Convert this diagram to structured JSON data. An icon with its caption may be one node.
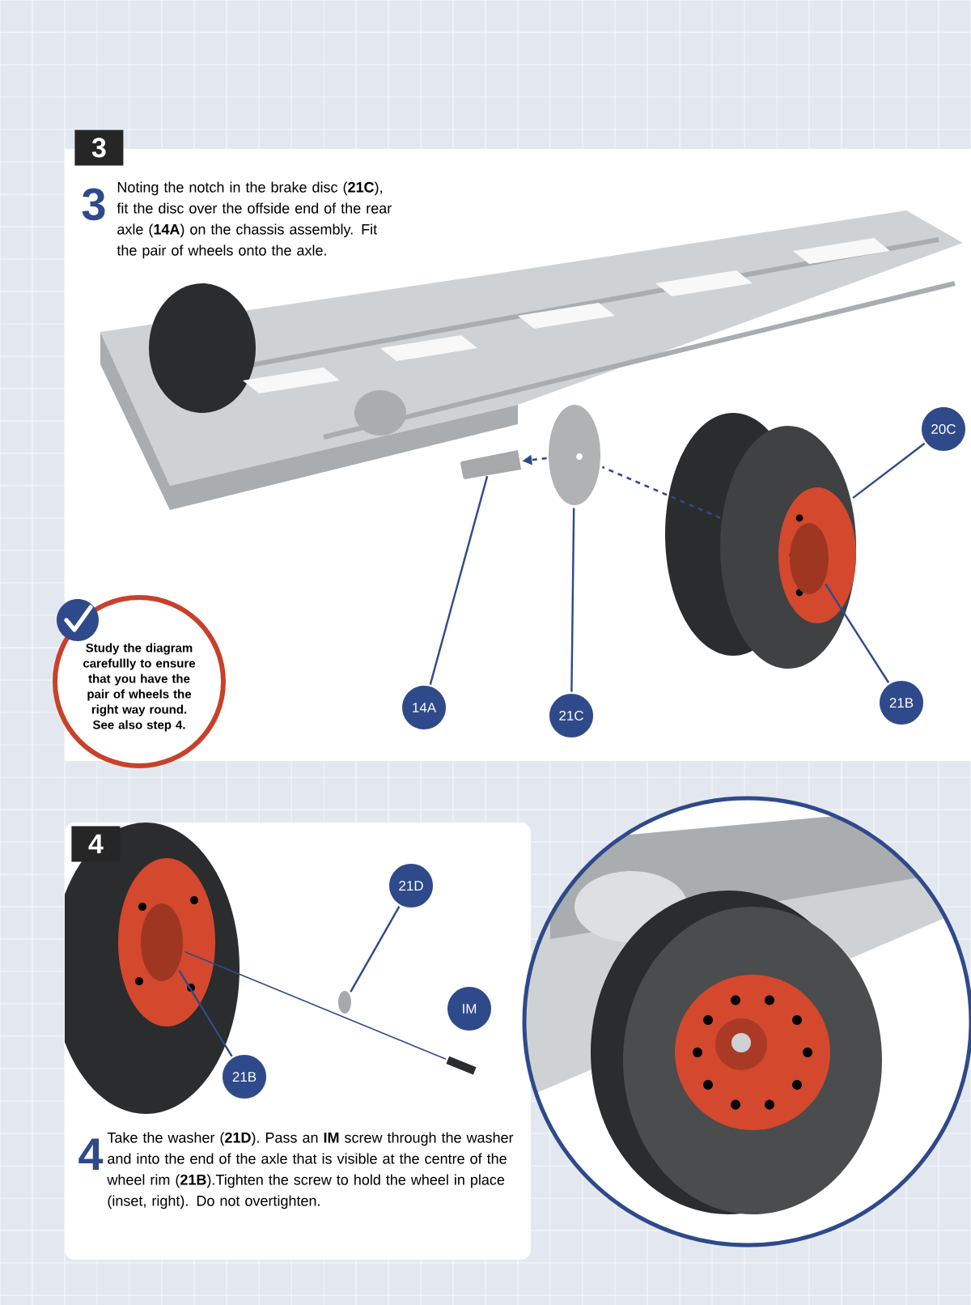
{
  "diagram": {
    "nodes": [
      {
        "text": [
          "3",
          "3",
          "Noting the notch in the brake disc (**21C**), fit the disc over the offside end of the rear axle (**14A**) on the chassis assembly. Fit the pair of wheels onto the axle."
        ]
      },
      {
        "text": [
          "20C"
        ],
        "in": 0
      },
      {
        "text": [
          "14A"
        ],
        "in": 0
      },
      {
        "text": [
          "21C"
        ],
        "in": 0
      },
      {
        "text": [
          "21B"
        ],
        "in": 0
      },
      {
        "text": [
          "Study the diagram carefullly to ensure that you have the pair of wheels the right way round. See also step 4."
        ]
      },
      {
        "text": [
          "4",
          "4",
          "Take the washer (**21D**). Pass an **IM** screw through the washer and into the end of the axle that is visible at the centre of the wheel rim (**21B**).Tighten the screw to hold the wheel in place (inset, right). Do not overtighten."
        ]
      },
      {
        "text": [
          "21D"
        ],
        "in": 6
      },
      {
        "text": [
          "IM"
        ],
        "in": 6
      },
      {
        "text": [
          "21B"
        ],
        "in": 6
      },
      {
        "text": [],
        "shape": "bar",
        "in": 0
      },
      {
        "text": [],
        "shape": "circle",
        "in": 0
      },
      {
        "text": [],
        "shape": "picture",
        "in": 0
      },
      {
        "text": [],
        "shape": "circle",
        "in": 12
      },
      {
        "text": [],
        "shape": "circle",
        "in": 6
      },
      {
        "text": [],
        "shape": "bar",
        "in": 6
      },
      {
        "text": [],
        "shape": "circle",
        "in": 6
      }
    ],
    "edges": [
      {
        "from": 1,
        "to": 12,
        "arrow": "none"
      },
      {
        "from": 2,
        "to": 10,
        "arrow": "none"
      },
      {
        "from": 3,
        "to": 11,
        "arrow": "none"
      },
      {
        "from": 4,
        "to": 13,
        "arrow": "none"
      },
      {
        "from": 7,
        "to": 14,
        "arrow": "none"
      },
      {
        "from": 9,
        "to": 16,
        "arrow": "none"
      },
      {
        "from": 15,
        "to": 16,
        "arrow": "none"
      },
      {
        "from": 12,
        "to": 11,
        "arrow": "none",
        "style": "dashed"
      },
      {
        "from": 11,
        "to": 10,
        "arrow": "to",
        "style": "dashed"
      }
    ]
  }
}
